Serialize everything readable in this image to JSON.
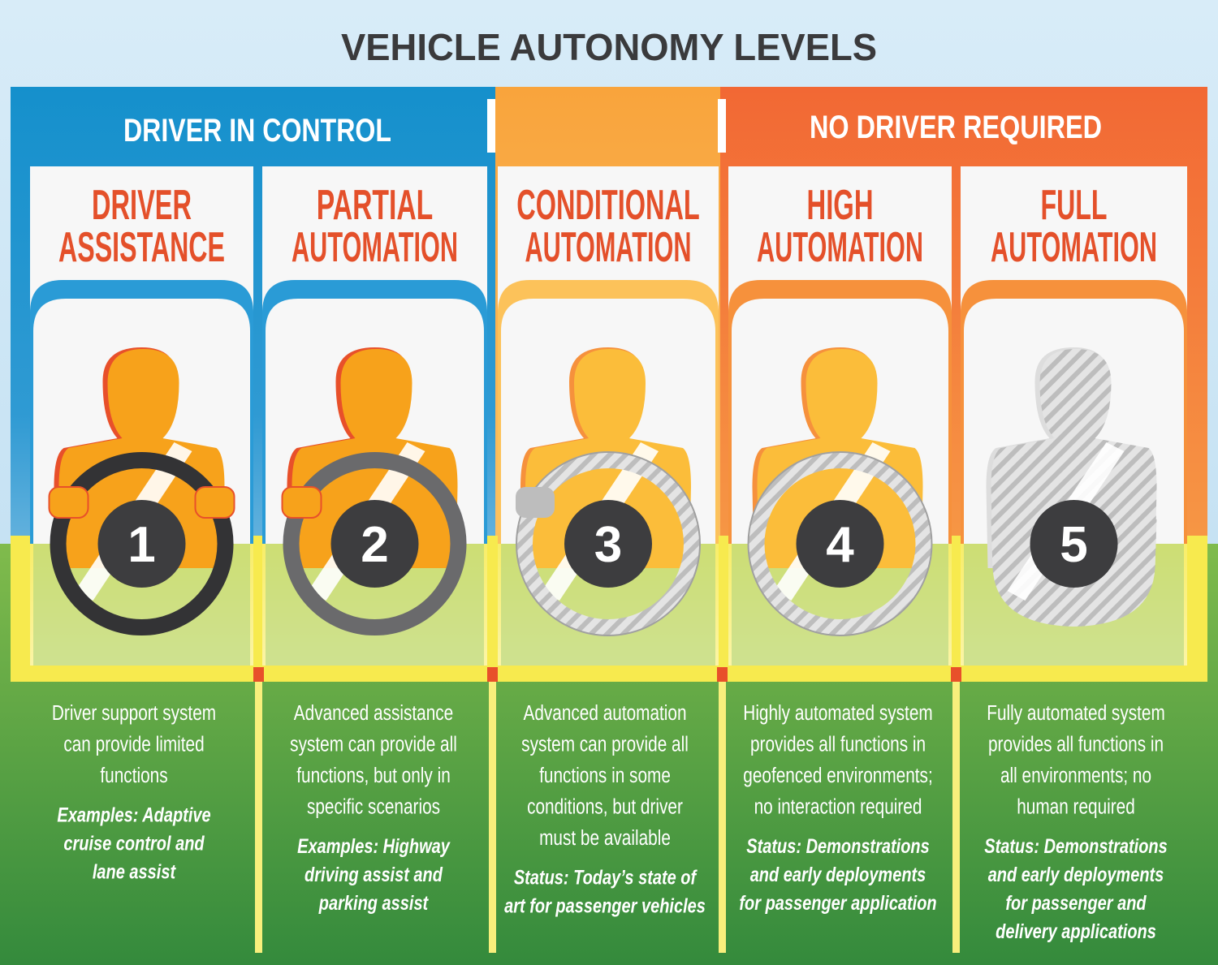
{
  "title": "VEHICLE AUTONOMY LEVELS",
  "groups": {
    "driver_in_control": "DRIVER IN CONTROL",
    "no_driver_required": "NO DRIVER REQUIRED"
  },
  "colors": {
    "blue": "#1590cc",
    "orange": "#f9a43c",
    "red_orange": "#f26834",
    "title_red": "#e4502a",
    "yellow": "#f7ea4e",
    "green_top": "#7ab84a",
    "green_bottom": "#368a3c",
    "wheel_dark": "#333335",
    "number_disc": "#3d3d3f"
  },
  "levels": [
    {
      "number": "1",
      "title_lines": [
        "DRIVER",
        "ASSISTANCE"
      ],
      "description_lines": [
        "Driver support system",
        "can provide limited",
        "functions"
      ],
      "note_lines": [
        "Examples: Adaptive",
        "cruise control and",
        "lane assist"
      ],
      "icon": "driver-with-wheel-icon"
    },
    {
      "number": "2",
      "title_lines": [
        "PARTIAL",
        "AUTOMATION"
      ],
      "description_lines": [
        "Advanced assistance",
        "system can provide all",
        "functions, but only in",
        "specific scenarios"
      ],
      "note_lines": [
        "Examples: Highway",
        "driving assist and",
        "parking assist"
      ],
      "icon": "driver-one-hand-wheel-icon"
    },
    {
      "number": "3",
      "title_lines": [
        "CONDITIONAL",
        "AUTOMATION"
      ],
      "description_lines": [
        "Advanced automation",
        "system can provide all",
        "functions in some",
        "conditions, but driver",
        "must be available"
      ],
      "note_lines": [
        "Status: Today’s state of",
        "art for passenger vehicles"
      ],
      "icon": "driver-standby-wheel-icon"
    },
    {
      "number": "4",
      "title_lines": [
        "HIGH",
        "AUTOMATION"
      ],
      "description_lines": [
        "Highly automated system",
        "provides all functions in",
        "geofenced environments;",
        "no interaction required"
      ],
      "note_lines": [
        "Status: Demonstrations",
        "and early deployments",
        "for passenger application"
      ],
      "icon": "passenger-hatched-wheel-icon"
    },
    {
      "number": "5",
      "title_lines": [
        "FULL",
        "AUTOMATION"
      ],
      "description_lines": [
        "Fully automated system",
        "provides all functions in",
        "all environments; no",
        "human required"
      ],
      "note_lines": [
        "Status: Demonstrations",
        "and early deployments",
        "for passenger and",
        "delivery applications"
      ],
      "icon": "no-driver-icon"
    }
  ]
}
